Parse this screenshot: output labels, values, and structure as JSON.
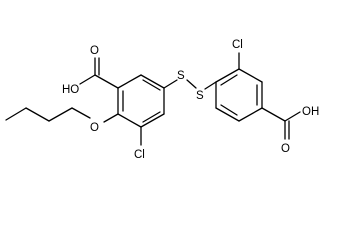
{
  "molecule": {
    "labels": {
      "acid_left": "HO",
      "acid_left_o": "O",
      "ether_o": "O",
      "cl_left": "Cl",
      "s_left": "S",
      "s_right": "S",
      "cl_right": "Cl",
      "acid_right_o": "O",
      "acid_right_oh": "OH"
    }
  }
}
